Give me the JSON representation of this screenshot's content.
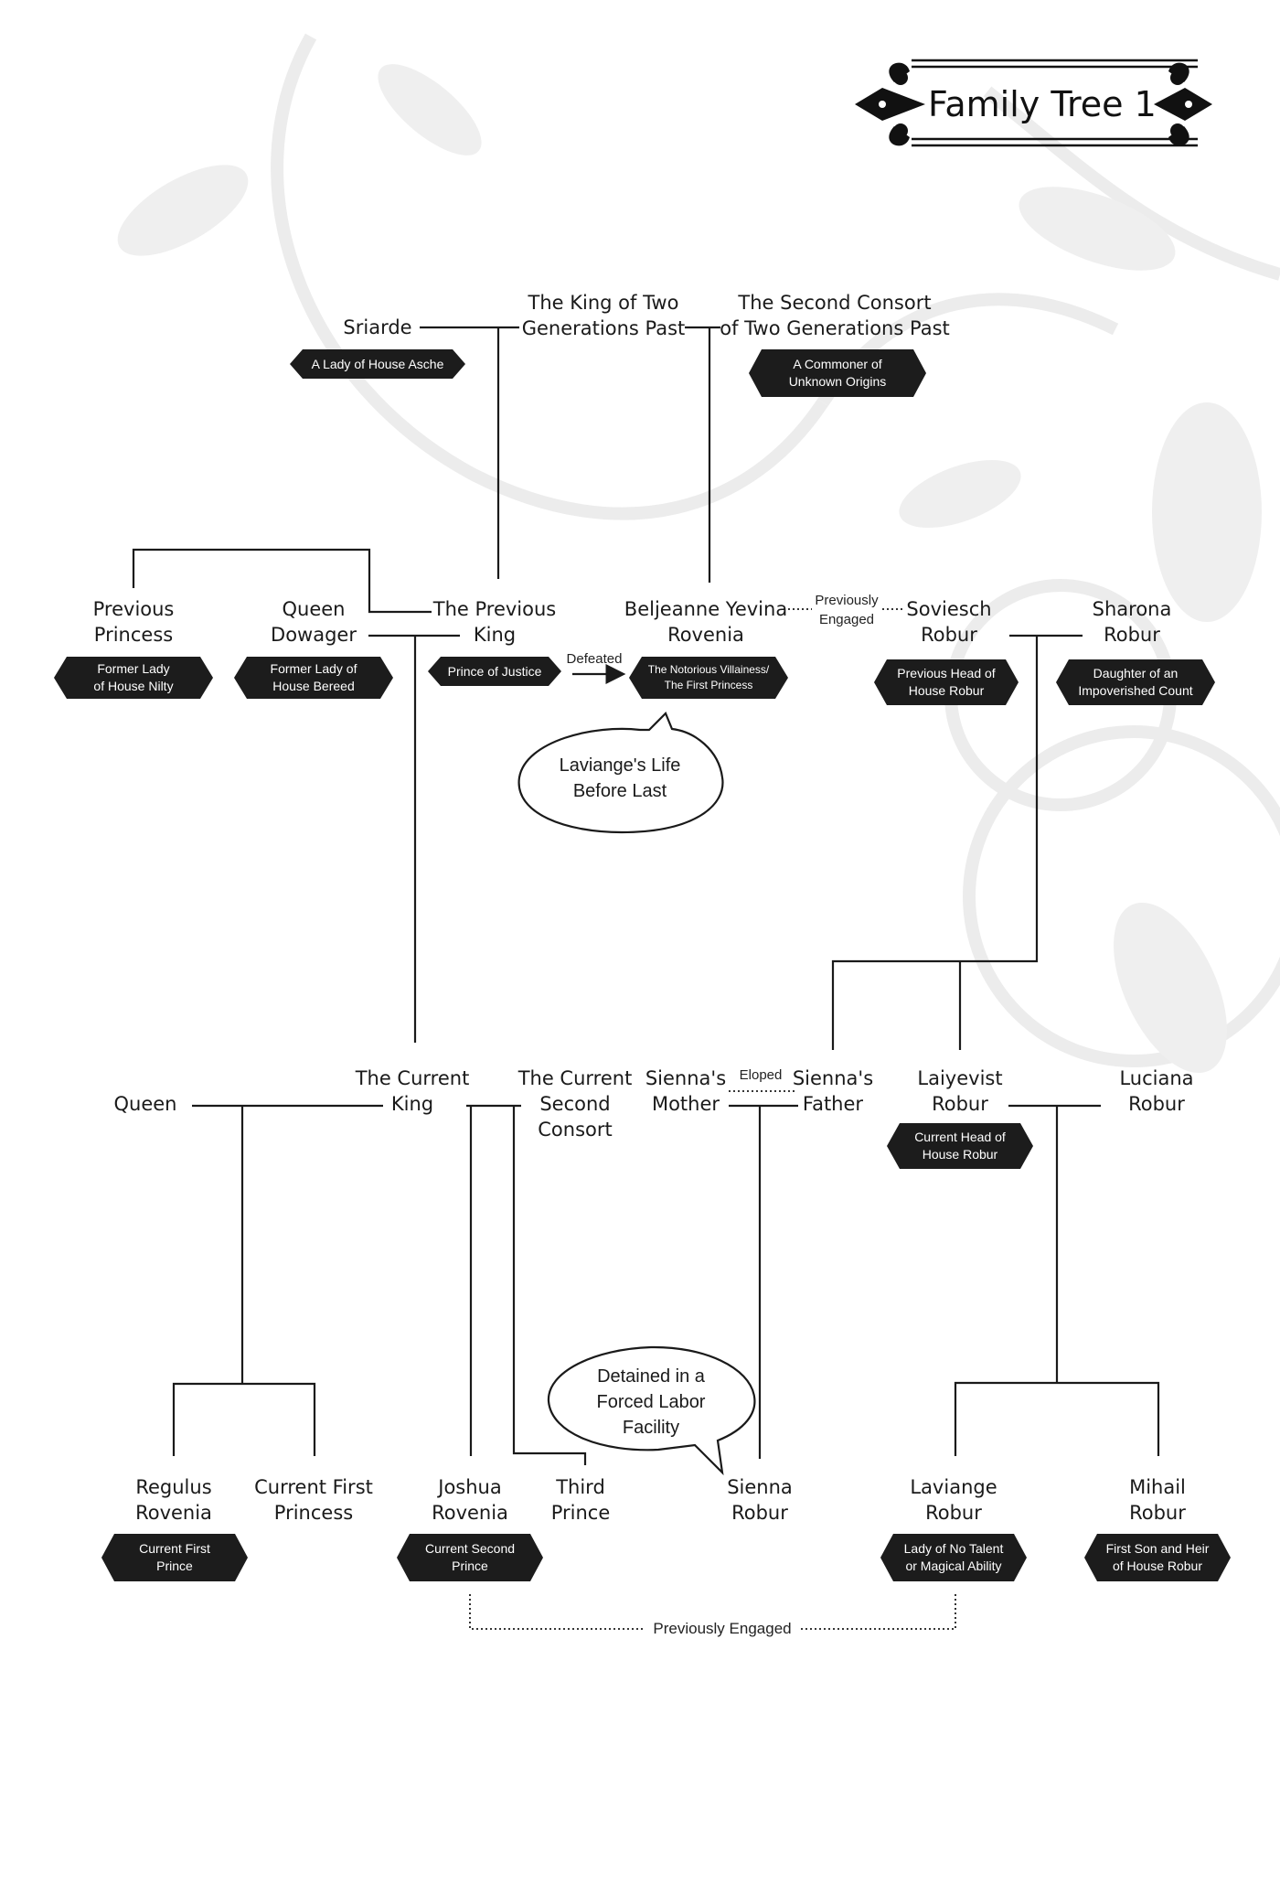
{
  "title": "Family Tree 1",
  "people": {
    "sriarde": {
      "name": "Sriarde",
      "tag": "A Lady of House Asche"
    },
    "king_two_gen": {
      "name": "The King of Two\nGenerations Past"
    },
    "second_consort_two_gen": {
      "name": "The Second Consort\nof Two Generations Past",
      "tag": "A Commoner of\nUnknown Origins"
    },
    "previous_princess": {
      "name": "Previous\nPrincess",
      "tag": "Former Lady\nof House Nilty"
    },
    "queen_dowager": {
      "name": "Queen\nDowager",
      "tag": "Former Lady of\nHouse Bereed"
    },
    "previous_king": {
      "name": "The Previous\nKing",
      "tag": "Prince of Justice"
    },
    "beljeanne": {
      "name": "Beljeanne Yevina\nRovenia",
      "tag": "The Notorious Villainess/\nThe First Princess"
    },
    "soviesch": {
      "name": "Soviesch\nRobur",
      "tag": "Previous Head of\nHouse Robur"
    },
    "sharona": {
      "name": "Sharona\nRobur",
      "tag": "Daughter of an\nImpoverished Count"
    },
    "queen": {
      "name": "Queen"
    },
    "current_king": {
      "name": "The Current\nKing"
    },
    "current_second_consort": {
      "name": "The Current\nSecond\nConsort"
    },
    "siennas_mother": {
      "name": "Sienna's\nMother"
    },
    "siennas_father": {
      "name": "Sienna's\nFather"
    },
    "laiyevist": {
      "name": "Laiyevist\nRobur",
      "tag": "Current Head of\nHouse Robur"
    },
    "luciana": {
      "name": "Luciana\nRobur"
    },
    "regulus": {
      "name": "Regulus\nRovenia",
      "tag": "Current First\nPrince"
    },
    "current_first_princess": {
      "name": "Current First\nPrincess"
    },
    "joshua": {
      "name": "Joshua\nRovenia",
      "tag": "Current Second\nPrince"
    },
    "third_prince": {
      "name": "Third\nPrince"
    },
    "sienna": {
      "name": "Sienna\nRobur"
    },
    "laviange": {
      "name": "Laviange\nRobur",
      "tag": "Lady of No Talent\nor Magical Ability"
    },
    "mihail": {
      "name": "Mihail\nRobur",
      "tag": "First Son and Heir\nof House Robur"
    }
  },
  "relations": {
    "defeated": "Defeated",
    "previously_engaged_top": "Previously\nEngaged",
    "eloped": "Eloped",
    "previously_engaged_bottom": "Previously Engaged"
  },
  "bubbles": {
    "life_before_last": "Laviange's Life\nBefore Last",
    "detained": "Detained in a\nForced Labor\nFacility"
  },
  "colors": {
    "ink": "#1a1a1a",
    "tag_fill": "#1c1c1c",
    "tag_text": "#ffffff",
    "ornament": "#eeeeee"
  }
}
